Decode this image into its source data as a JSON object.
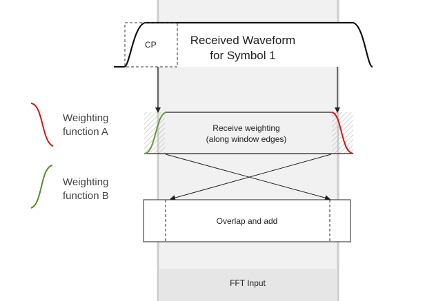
{
  "waveform": {
    "title_line1": "Received Waveform",
    "title_line2": "for Symbol 1",
    "cp_label": "CP"
  },
  "weighting_block": {
    "line1": "Receive weighting",
    "line2": "(along window edges)"
  },
  "overlap_block": {
    "label": "Overlap and add"
  },
  "fft_input": {
    "label": "FFT Input"
  },
  "legend": {
    "a_line1": "Weighting",
    "a_line2": "function A",
    "b_line1": "Weighting",
    "b_line2": "function B"
  },
  "colors": {
    "function_a": "#e01010",
    "function_b": "#5a8a2a",
    "column": "#f0f0f0",
    "column_edge": "#cfcfcf",
    "stroke": "#222222"
  }
}
